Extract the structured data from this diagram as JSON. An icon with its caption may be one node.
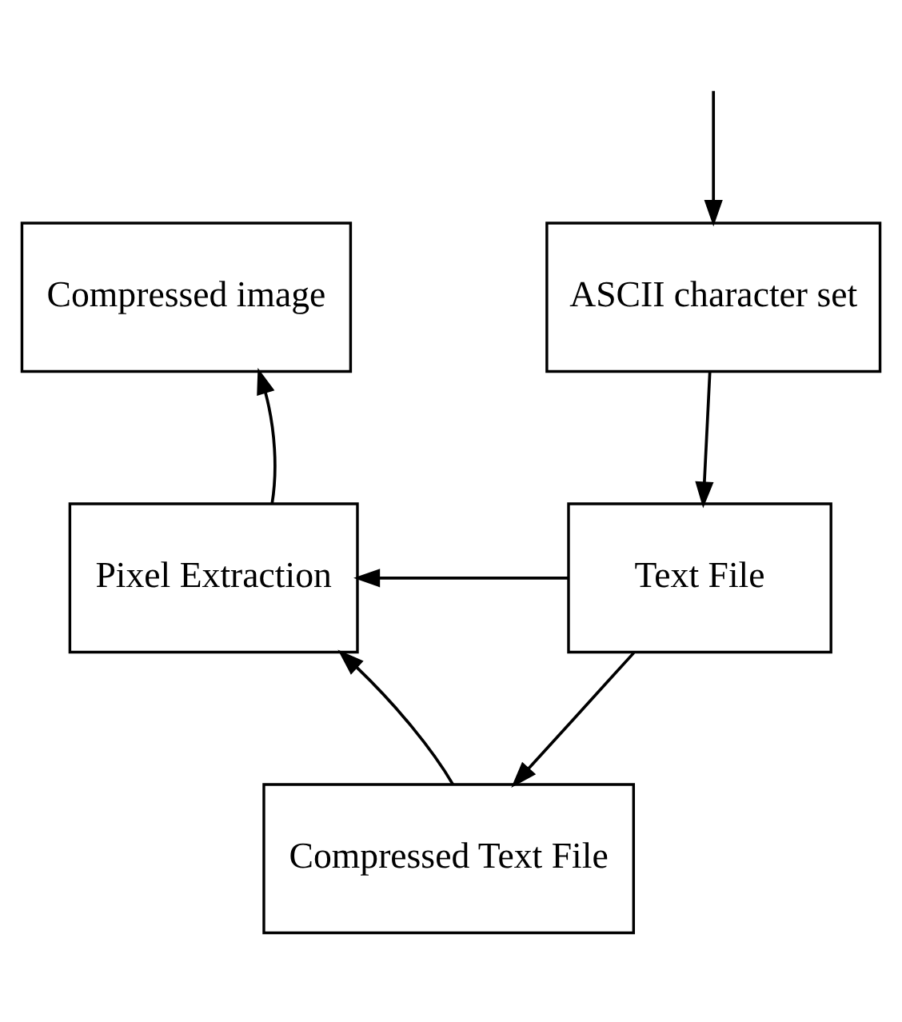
{
  "diagram": {
    "nodes": [
      {
        "text": [
          "Compressed image"
        ]
      },
      {
        "text": [
          "ASCII character set"
        ]
      },
      {
        "text": [
          "Pixel Extraction"
        ]
      },
      {
        "text": [
          "Text File"
        ]
      },
      {
        "text": [
          "Compressed Text File"
        ]
      }
    ],
    "edges": [
      {
        "from": null,
        "to": 1,
        "arrow": "to"
      },
      {
        "from": 1,
        "to": 3,
        "arrow": "to"
      },
      {
        "from": 3,
        "to": 2,
        "arrow": "to"
      },
      {
        "from": 2,
        "to": 0,
        "arrow": "to"
      },
      {
        "from": 3,
        "to": 4,
        "arrow": "to"
      },
      {
        "from": 4,
        "to": 2,
        "arrow": "to"
      }
    ]
  }
}
